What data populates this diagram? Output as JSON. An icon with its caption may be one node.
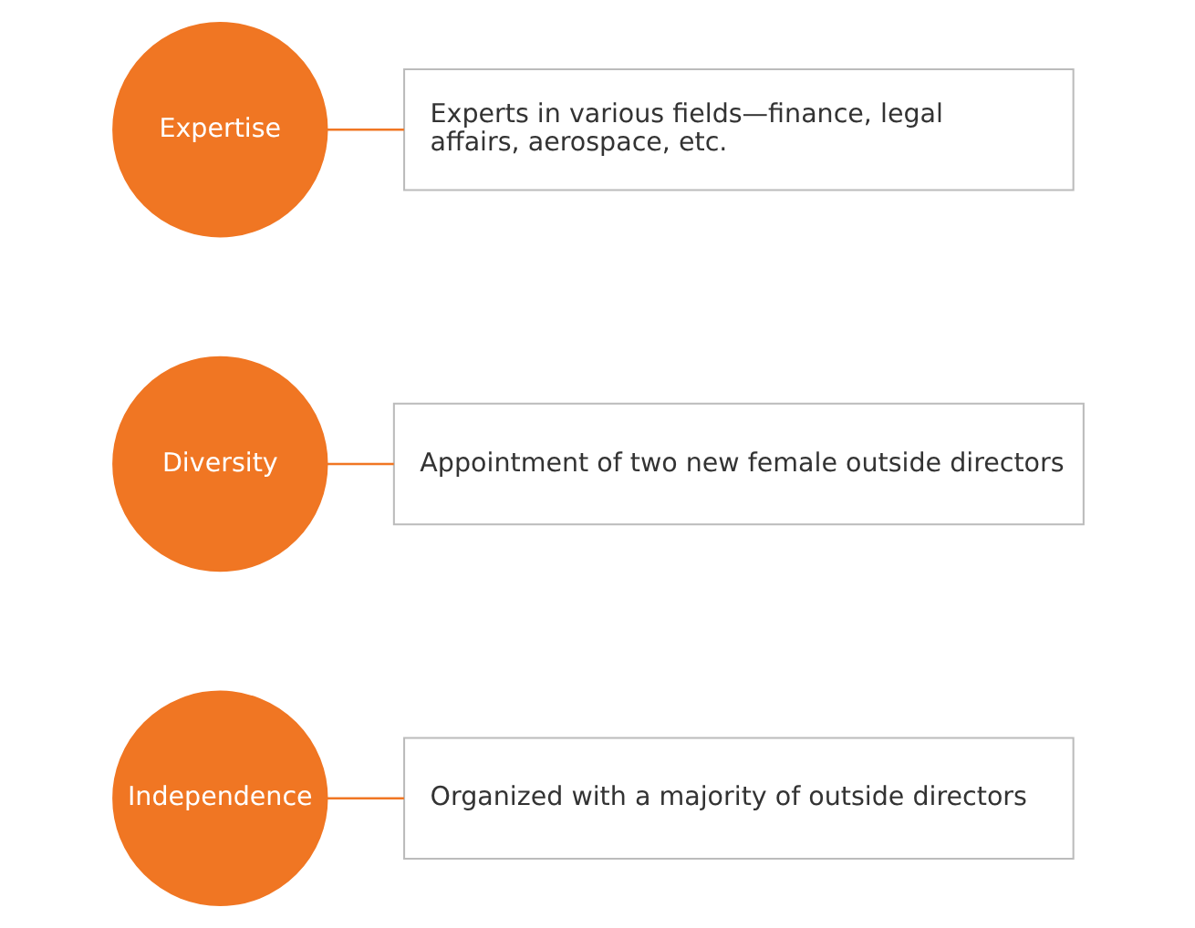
{
  "diagram": {
    "nodes": [
      {
        "text": [
          "Independence"
        ]
      },
      {
        "text": [
          "Organized with a majority of outside directors"
        ]
      },
      {
        "text": [
          "Diversity"
        ]
      },
      {
        "text": [
          "Appointment of two new female outside directors"
        ]
      },
      {
        "text": [
          "Expertise"
        ]
      },
      {
        "text": [
          "Experts in various fields—finance, legal affairs, aerospace, etc."
        ]
      }
    ],
    "edges": [
      {
        "from": 0,
        "to": 1,
        "arrow": "none"
      },
      {
        "from": 2,
        "to": 3,
        "arrow": "none"
      },
      {
        "from": 4,
        "to": 5,
        "arrow": "none"
      }
    ]
  }
}
